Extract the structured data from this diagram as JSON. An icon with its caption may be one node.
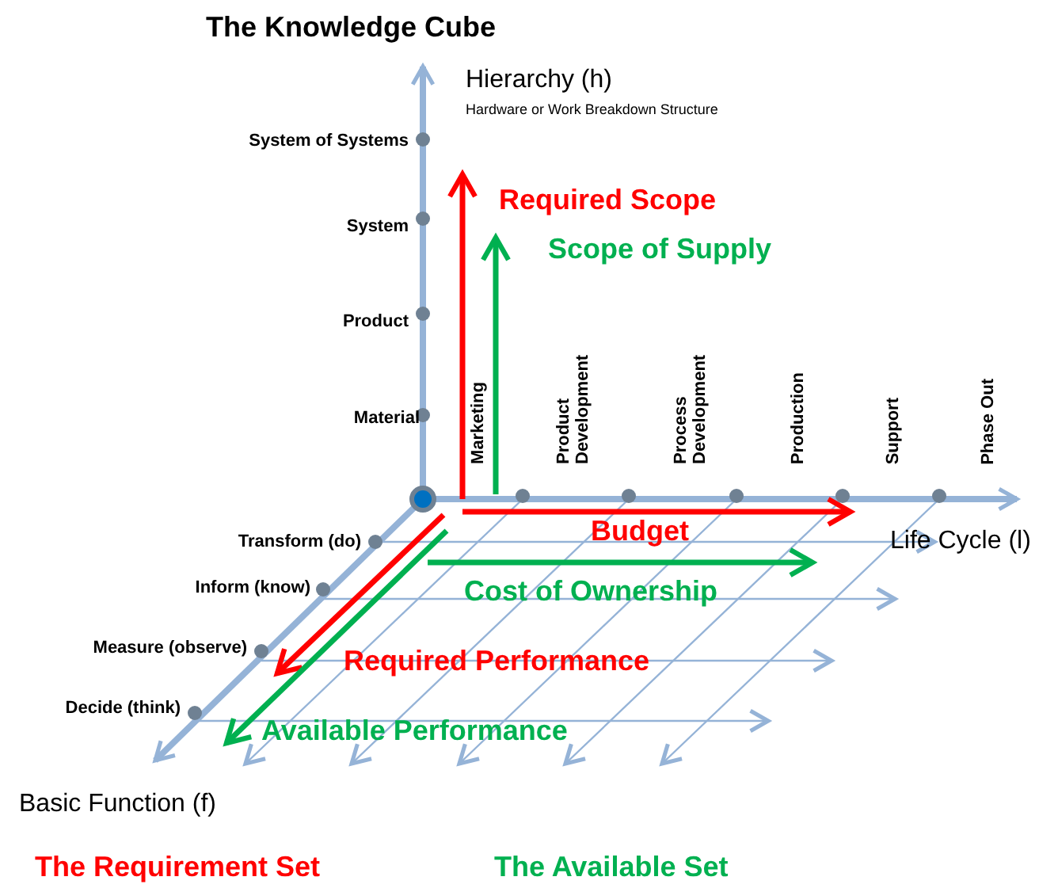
{
  "diagram": {
    "title": "The Knowledge Cube",
    "labels": [
      "Hierarchy (h)",
      "Hardware or Work Breakdown Structure",
      "System of Systems",
      "Required Scope",
      "System",
      "Scope of Supply",
      "Product",
      "Material",
      "Marketing",
      "Product Development",
      "Process Development",
      "Production",
      "Support",
      "Phase Out",
      "Transform (do)",
      "Budget",
      "Life Cycle (l)",
      "Inform (know)",
      "Cost of Ownership",
      "Measure (observe)",
      "Required Performance",
      "Decide (think)",
      "Available Performance",
      "Basic Function (f)"
    ],
    "legend": [
      {
        "text": "The Requirement Set",
        "color": "#ff0000"
      },
      {
        "text": "The Available Set",
        "color": "#00b050"
      }
    ]
  }
}
